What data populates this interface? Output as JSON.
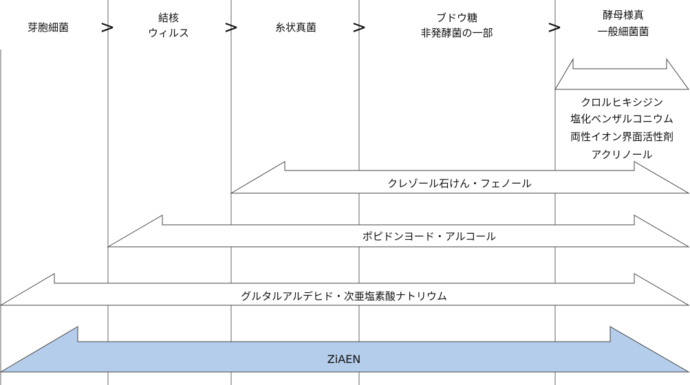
{
  "columns": [
    {
      "lines": [
        "芽胞細菌"
      ]
    },
    {
      "lines": [
        "結核",
        "ウィルス"
      ]
    },
    {
      "lines": [
        "糸状真菌"
      ]
    },
    {
      "lines": [
        "ブドウ糖",
        "非発酵菌の一部"
      ]
    },
    {
      "lines": [
        "酵母様真",
        "一般細菌菌"
      ]
    }
  ],
  "separator_glyph": ">",
  "top_bracket": {
    "agents": [
      "クロルヒキシジン",
      "塩化ベンザルコニウム",
      "両性イオン界面活性剤",
      "アクリノール"
    ]
  },
  "arrows": {
    "cresol": "クレゾール石けん・フェノール",
    "povidone": "ポピドンヨード・アルコール",
    "glutaral": "グルタルアルデヒド・次亜塩素酸ナトリウム",
    "ziaen": "ZiAEN"
  },
  "colors": {
    "line": "#444444",
    "arrow_fill": "#ffffff",
    "ziaen_fill": "#b4cdea",
    "text": "#111111"
  }
}
